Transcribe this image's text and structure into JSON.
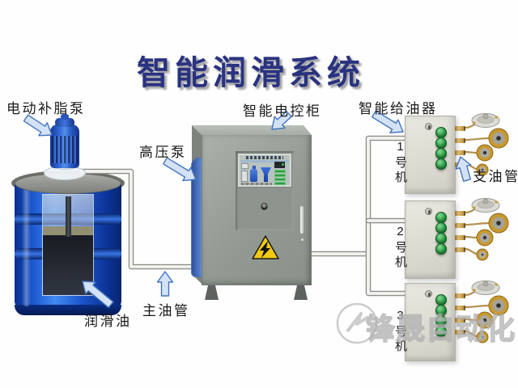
{
  "title": "智能润滑系统",
  "watermark": {
    "text": "锋晟自动化"
  },
  "components": {
    "grease_pump_label": "电动补脂泵",
    "hp_pump_label": "高压泵",
    "cabinet_label": "智能电控柜",
    "feeder_label": "智能给油器",
    "oil_label": "润滑油",
    "main_pipe_label": "主油管",
    "branch_pipe_label": "支油管"
  },
  "machines": [
    {
      "label": "1号机"
    },
    {
      "label": "2号机"
    },
    {
      "label": "3号机"
    }
  ],
  "cabinet": {
    "warning_icon": "high-voltage",
    "indicator_grid": [
      [
        "red",
        "red",
        "green",
        "red"
      ],
      [
        "red",
        "red",
        "green",
        "green"
      ],
      [
        "green",
        "green",
        "red",
        "gray"
      ]
    ]
  },
  "feeders": {
    "buttons_per_box": 4,
    "fittings_per_box": 4,
    "bearings_per_box": 4
  },
  "colors": {
    "title": "#2a3380",
    "barrel_blue": "#1e5ad0",
    "cabinet_gray": "#98a098",
    "feeder_box": "#deddd4",
    "feeder_button_green": "#2f9e43",
    "indicator_red": "#b5281c",
    "indicator_green": "#2f9e43",
    "arrow_fill": "#d3e2f6",
    "arrow_stroke": "#4273bd",
    "brass": "#c9992f",
    "warning_yellow": "#f2c910"
  }
}
